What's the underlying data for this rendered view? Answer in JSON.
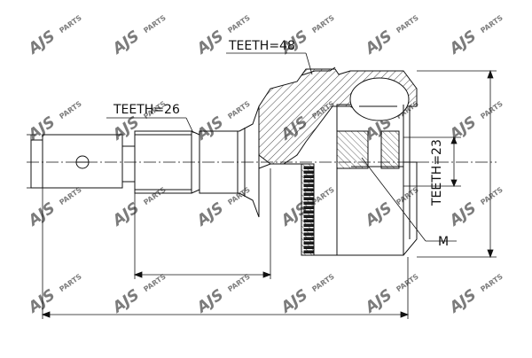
{
  "labels": {
    "teeth_48": "TEETH=48",
    "teeth_26": "TEETH=26",
    "teeth_23": "TEETH=23",
    "thread": "M"
  },
  "watermark": {
    "brand": "AJS",
    "suffix": "PARTS",
    "color": "#1c4f9c"
  },
  "colors": {
    "line": "#111111",
    "hatch": "#222222"
  }
}
